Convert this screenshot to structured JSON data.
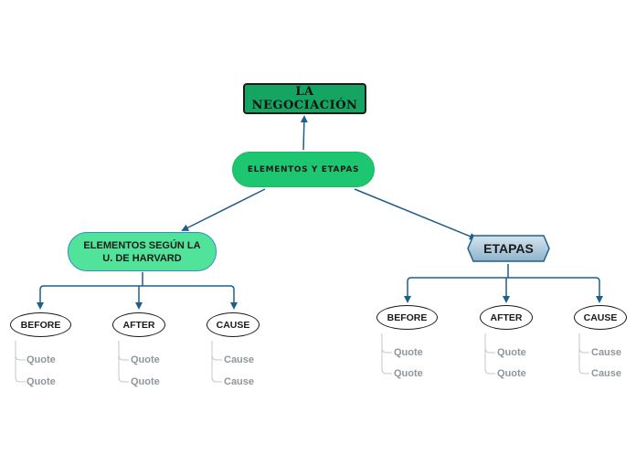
{
  "root": {
    "label": "LA NEGOCIACIÓN"
  },
  "central": {
    "label": "ELEMENTOS Y ETAPAS"
  },
  "left_branch": {
    "label": "ELEMENTOS SEGÚN LA U. DE HARVARD",
    "children": [
      {
        "label": "BEFORE",
        "items": [
          "Quote",
          "Quote"
        ]
      },
      {
        "label": "AFTER",
        "items": [
          "Quote",
          "Quote"
        ]
      },
      {
        "label": "CAUSE",
        "items": [
          "Cause",
          "Cause"
        ]
      }
    ]
  },
  "right_branch": {
    "label": "ETAPAS",
    "children": [
      {
        "label": "BEFORE",
        "items": [
          "Quote",
          "Quote"
        ]
      },
      {
        "label": "AFTER",
        "items": [
          "Quote",
          "Quote"
        ]
      },
      {
        "label": "CAUSE",
        "items": [
          "Cause",
          "Cause"
        ]
      }
    ]
  },
  "colors": {
    "root_fill": "#13a561",
    "central_fill": "#1dc670",
    "harvard_fill": "#52e39a",
    "etapas_fill": "#a9c7da",
    "connector": "#1f5f8b",
    "leaf_text": "#8e979c"
  }
}
